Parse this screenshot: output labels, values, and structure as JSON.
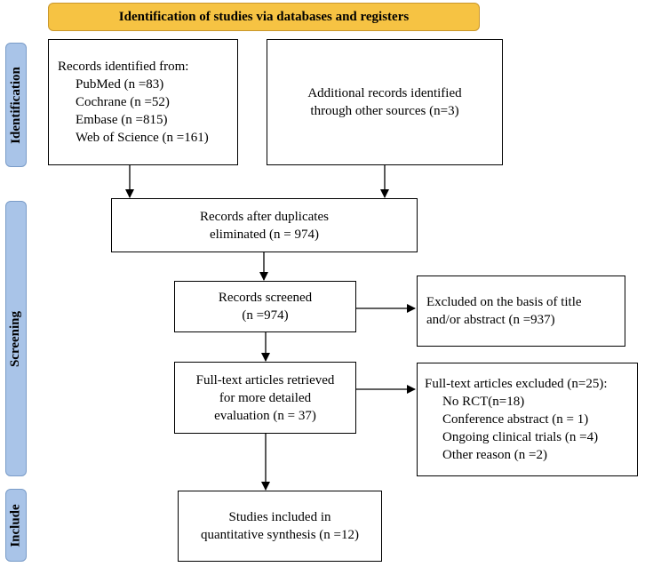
{
  "header": {
    "title": "Identification of studies via databases and registers"
  },
  "stages": {
    "identification": "Identification",
    "screening": "Screening",
    "include": "Include"
  },
  "boxes": {
    "records_identified": {
      "title": "Records identified from:",
      "items": [
        "PubMed (n =83)",
        "Cochrane (n =52)",
        "Embase (n =815)",
        "Web of Science (n =161)"
      ]
    },
    "additional_records": {
      "lines": [
        "Additional records identified",
        "through other sources (n=3)"
      ]
    },
    "after_duplicates": {
      "lines": [
        "Records after duplicates",
        "eliminated (n = 974)"
      ]
    },
    "screened": {
      "lines": [
        "Records screened",
        "(n =974)"
      ]
    },
    "excluded_title": {
      "lines": [
        "Excluded on the basis of title",
        "and/or abstract (n =937)"
      ]
    },
    "full_text_retrieved": {
      "lines": [
        "Full-text articles retrieved",
        "for more detailed",
        "evaluation (n = 37)"
      ]
    },
    "full_text_excluded": {
      "title": "Full-text articles excluded (n=25):",
      "items": [
        "No RCT(n=18)",
        "Conference abstract (n = 1)",
        "Ongoing clinical trials (n =4)",
        "Other reason  (n =2)"
      ]
    },
    "included": {
      "lines": [
        "Studies included in",
        "quantitative synthesis (n =12)"
      ]
    }
  }
}
